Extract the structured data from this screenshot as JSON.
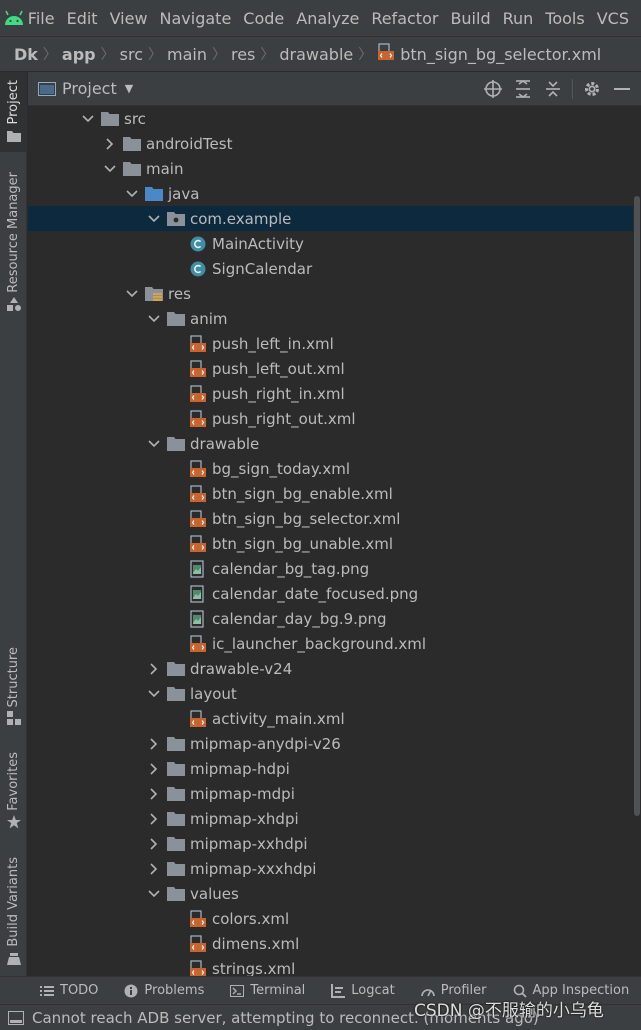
{
  "menu": {
    "items": [
      "File",
      "Edit",
      "View",
      "Navigate",
      "Code",
      "Analyze",
      "Refactor",
      "Build",
      "Run",
      "Tools",
      "VCS"
    ]
  },
  "breadcrumb": {
    "items": [
      "Dk",
      "app",
      "src",
      "main",
      "res",
      "drawable",
      "btn_sign_bg_selector.xml"
    ]
  },
  "left_strip": {
    "project": "Project",
    "resource_manager": "Resource Manager",
    "structure": "Structure",
    "favorites": "Favorites",
    "build_variants": "Build Variants"
  },
  "panel": {
    "title": "Project"
  },
  "tree": {
    "rows": [
      {
        "label": "src",
        "level": 0,
        "arrow": "down",
        "icon": "folder-icon"
      },
      {
        "label": "androidTest",
        "level": 1,
        "arrow": "right",
        "icon": "folder-icon"
      },
      {
        "label": "main",
        "level": 1,
        "arrow": "down",
        "icon": "folder-icon"
      },
      {
        "label": "java",
        "level": 2,
        "arrow": "down",
        "icon": "source-folder-icon"
      },
      {
        "label": "com.example",
        "level": 3,
        "arrow": "down",
        "icon": "package-icon",
        "selected": true
      },
      {
        "label": "MainActivity",
        "level": 4,
        "arrow": "none",
        "icon": "class-icon"
      },
      {
        "label": "SignCalendar",
        "level": 4,
        "arrow": "none",
        "icon": "class-icon"
      },
      {
        "label": "res",
        "level": 2,
        "arrow": "down",
        "icon": "resource-folder-icon"
      },
      {
        "label": "anim",
        "level": 3,
        "arrow": "down",
        "icon": "folder-icon"
      },
      {
        "label": "push_left_in.xml",
        "level": 4,
        "arrow": "none",
        "icon": "xml-file-icon"
      },
      {
        "label": "push_left_out.xml",
        "level": 4,
        "arrow": "none",
        "icon": "xml-file-icon"
      },
      {
        "label": "push_right_in.xml",
        "level": 4,
        "arrow": "none",
        "icon": "xml-file-icon"
      },
      {
        "label": "push_right_out.xml",
        "level": 4,
        "arrow": "none",
        "icon": "xml-file-icon"
      },
      {
        "label": "drawable",
        "level": 3,
        "arrow": "down",
        "icon": "folder-icon"
      },
      {
        "label": "bg_sign_today.xml",
        "level": 4,
        "arrow": "none",
        "icon": "xml-file-icon"
      },
      {
        "label": "btn_sign_bg_enable.xml",
        "level": 4,
        "arrow": "none",
        "icon": "xml-file-icon"
      },
      {
        "label": "btn_sign_bg_selector.xml",
        "level": 4,
        "arrow": "none",
        "icon": "xml-file-icon"
      },
      {
        "label": "btn_sign_bg_unable.xml",
        "level": 4,
        "arrow": "none",
        "icon": "xml-file-icon"
      },
      {
        "label": "calendar_bg_tag.png",
        "level": 4,
        "arrow": "none",
        "icon": "image-file-icon"
      },
      {
        "label": "calendar_date_focused.png",
        "level": 4,
        "arrow": "none",
        "icon": "image-file-icon"
      },
      {
        "label": "calendar_day_bg.9.png",
        "level": 4,
        "arrow": "none",
        "icon": "image-file-icon"
      },
      {
        "label": "ic_launcher_background.xml",
        "level": 4,
        "arrow": "none",
        "icon": "xml-file-icon"
      },
      {
        "label": "drawable-v24",
        "level": 3,
        "arrow": "right",
        "icon": "folder-icon"
      },
      {
        "label": "layout",
        "level": 3,
        "arrow": "down",
        "icon": "folder-icon"
      },
      {
        "label": "activity_main.xml",
        "level": 4,
        "arrow": "none",
        "icon": "xml-file-icon"
      },
      {
        "label": "mipmap-anydpi-v26",
        "level": 3,
        "arrow": "right",
        "icon": "folder-icon"
      },
      {
        "label": "mipmap-hdpi",
        "level": 3,
        "arrow": "right",
        "icon": "folder-icon"
      },
      {
        "label": "mipmap-mdpi",
        "level": 3,
        "arrow": "right",
        "icon": "folder-icon"
      },
      {
        "label": "mipmap-xhdpi",
        "level": 3,
        "arrow": "right",
        "icon": "folder-icon"
      },
      {
        "label": "mipmap-xxhdpi",
        "level": 3,
        "arrow": "right",
        "icon": "folder-icon"
      },
      {
        "label": "mipmap-xxxhdpi",
        "level": 3,
        "arrow": "right",
        "icon": "folder-icon"
      },
      {
        "label": "values",
        "level": 3,
        "arrow": "down",
        "icon": "folder-icon"
      },
      {
        "label": "colors.xml",
        "level": 4,
        "arrow": "none",
        "icon": "xml-file-icon"
      },
      {
        "label": "dimens.xml",
        "level": 4,
        "arrow": "none",
        "icon": "xml-file-icon"
      },
      {
        "label": "strings.xml",
        "level": 4,
        "arrow": "none",
        "icon": "xml-file-icon"
      }
    ]
  },
  "bottom_bar": {
    "todo": "TODO",
    "problems": "Problems",
    "terminal": "Terminal",
    "logcat": "Logcat",
    "profiler": "Profiler",
    "app_inspection": "App Inspection"
  },
  "status": {
    "message": "Cannot reach ADB server, attempting to reconnect. (moments ago)"
  },
  "watermark": "CSDN @不服输的小乌龟",
  "colors": {
    "background": "#2b2b2b",
    "chrome": "#3c3f41",
    "selection": "#0d293e",
    "folder": "#8a9199",
    "xml": "#c8642d",
    "class": "#3f8ea5"
  }
}
